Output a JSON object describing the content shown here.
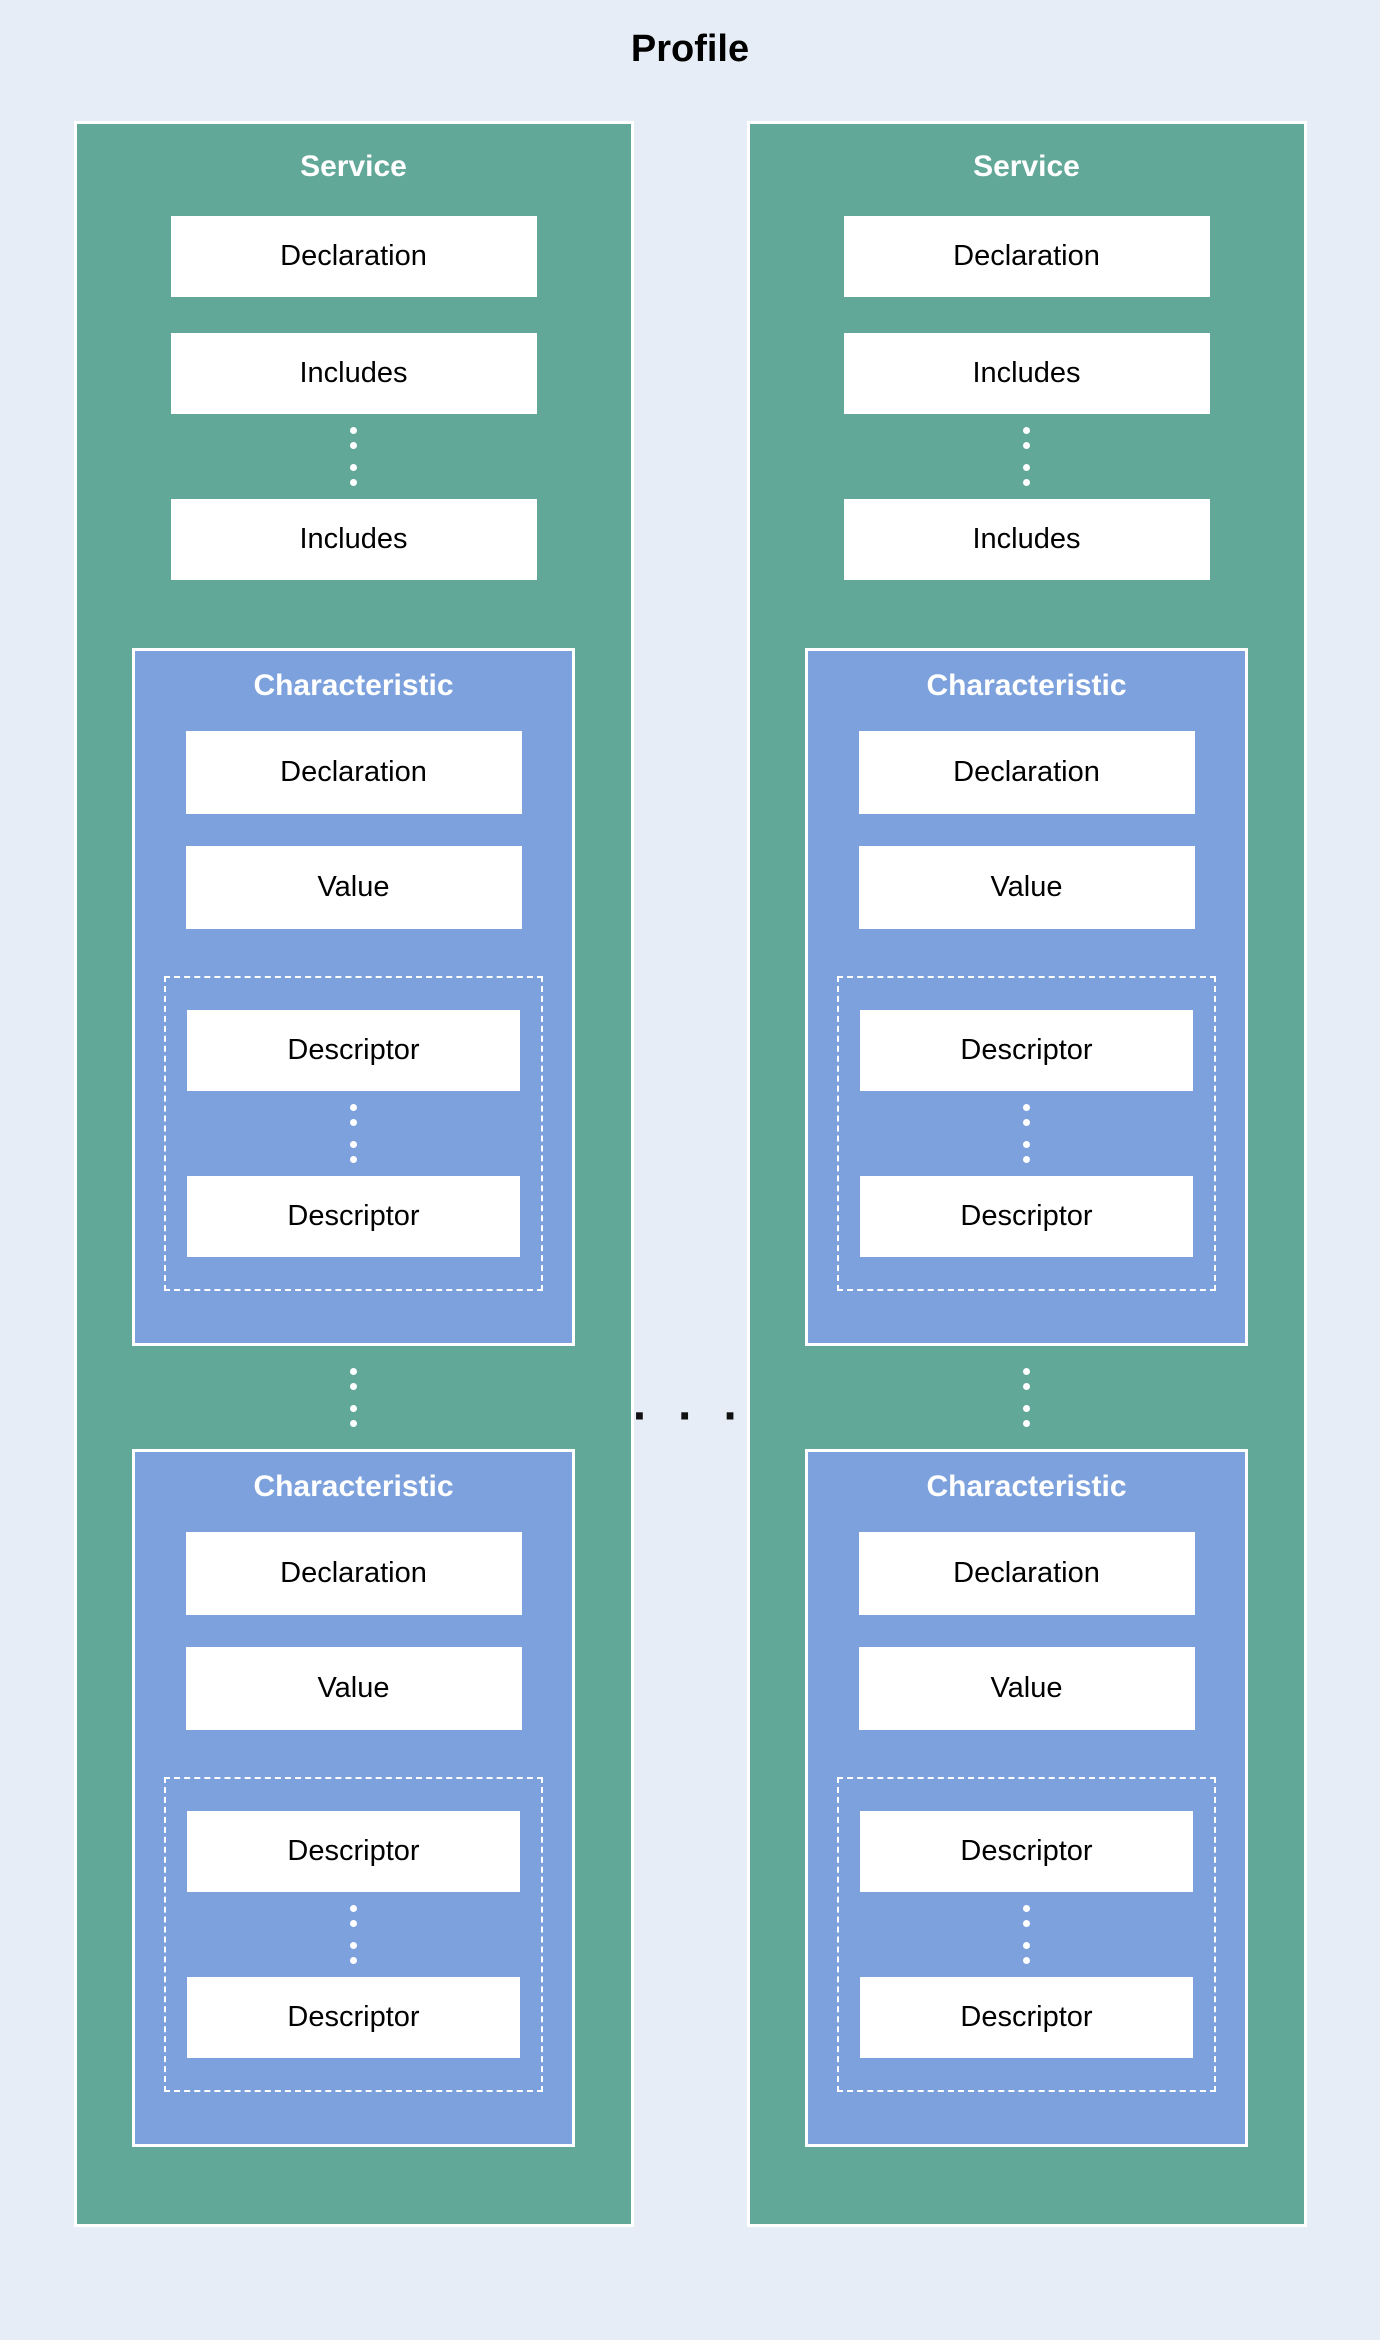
{
  "title": "Profile",
  "middle_ellipsis": "· · ·",
  "colors": {
    "background": "#e7edf6",
    "service": "#62a899",
    "characteristic": "#7ca1dd",
    "box": "#ffffff",
    "title_text": "#000000",
    "box_text": "#000000",
    "header_text": "#ffffff"
  },
  "services": [
    {
      "header": "Service",
      "declaration": "Declaration",
      "includes_first": "Includes",
      "includes_last": "Includes",
      "characteristics": [
        {
          "header": "Characteristic",
          "declaration": "Declaration",
          "value": "Value",
          "descriptor_first": "Descriptor",
          "descriptor_last": "Descriptor"
        },
        {
          "header": "Characteristic",
          "declaration": "Declaration",
          "value": "Value",
          "descriptor_first": "Descriptor",
          "descriptor_last": "Descriptor"
        }
      ]
    },
    {
      "header": "Service",
      "declaration": "Declaration",
      "includes_first": "Includes",
      "includes_last": "Includes",
      "characteristics": [
        {
          "header": "Characteristic",
          "declaration": "Declaration",
          "value": "Value",
          "descriptor_first": "Descriptor",
          "descriptor_last": "Descriptor"
        },
        {
          "header": "Characteristic",
          "declaration": "Declaration",
          "value": "Value",
          "descriptor_first": "Descriptor",
          "descriptor_last": "Descriptor"
        }
      ]
    }
  ]
}
